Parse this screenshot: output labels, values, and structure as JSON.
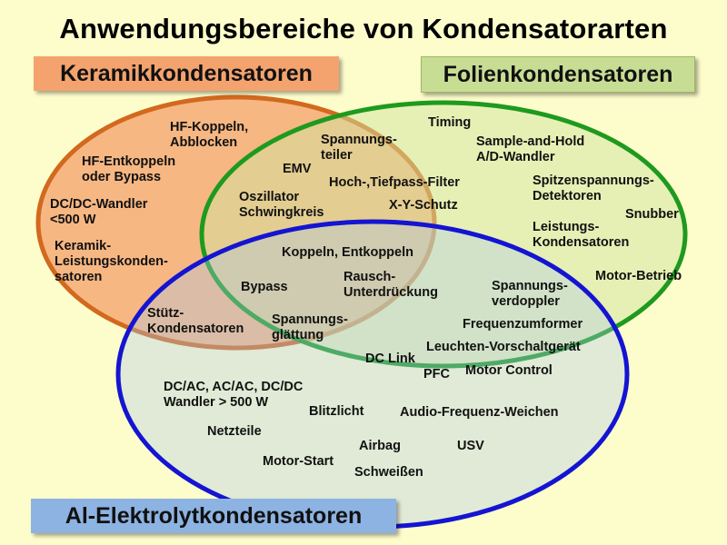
{
  "title": "Anwendungsbereiche von Kondensatorarten",
  "categories": {
    "ceramic": "Keramikkondensatoren",
    "film": "Folienkondensatoren",
    "electrolytic": "Al-Elektrolytkondensatoren"
  },
  "colors": {
    "background": "#fdfccb",
    "ceramic_fill": "#f4a36e",
    "ceramic_stroke": "#d2691e",
    "film_fill": "#cfe3a0",
    "film_stroke": "#1e9a1e",
    "electrolytic_fill": "#a8c8ec",
    "electrolytic_stroke": "#1414d2"
  },
  "labels": {
    "hf_koppeln": "HF-Koppeln,\nAbblocken",
    "hf_entkoppeln": "HF-Entkoppeln\noder Bypass",
    "dcdc_wandler": "DC/DC-Wandler\n<500 W",
    "keramik_leistung": "Keramik-\nLeistungskonden-\nsatoren",
    "spannungsteiler": "Spannungs-\nteiler",
    "emv": "EMV",
    "hochtiefpass": "Hoch-,Tiefpass-Filter",
    "oszillator": "Oszillator\nSchwingkreis",
    "xy_schutz": "X-Y-Schutz",
    "timing": "Timing",
    "sample_hold": "Sample-and-Hold\nA/D-Wandler",
    "spitzenspannung": "Spitzenspannungs-\nDetektoren",
    "snubber": "Snubber",
    "leistungskond": "Leistungs-\nKondensatoren",
    "motor_betrieb": "Motor-Betrieb",
    "koppeln_entkoppeln": "Koppeln, Entkoppeln",
    "bypass": "Bypass",
    "rausch": "Rausch-\nUnterdrückung",
    "stuetz": "Stütz-\nKondensatoren",
    "spannungsglaettung": "Spannungs-\nglättung",
    "spannungsverdoppler": "Spannungs-\nverdoppler",
    "frequenzumformer": "Frequenzumformer",
    "leuchten": "Leuchten-Vorschaltgerät",
    "dc_link": "DC Link",
    "pfc": "PFC",
    "motor_control": "Motor Control",
    "dcac": "DC/AC, AC/AC, DC/DC\nWandler > 500 W",
    "blitzlicht": "Blitzlicht",
    "audio": "Audio-Frequenz-Weichen",
    "netzteile": "Netzteile",
    "airbag": "Airbag",
    "usv": "USV",
    "motor_start": "Motor-Start",
    "schweissen": "Schweißen"
  }
}
